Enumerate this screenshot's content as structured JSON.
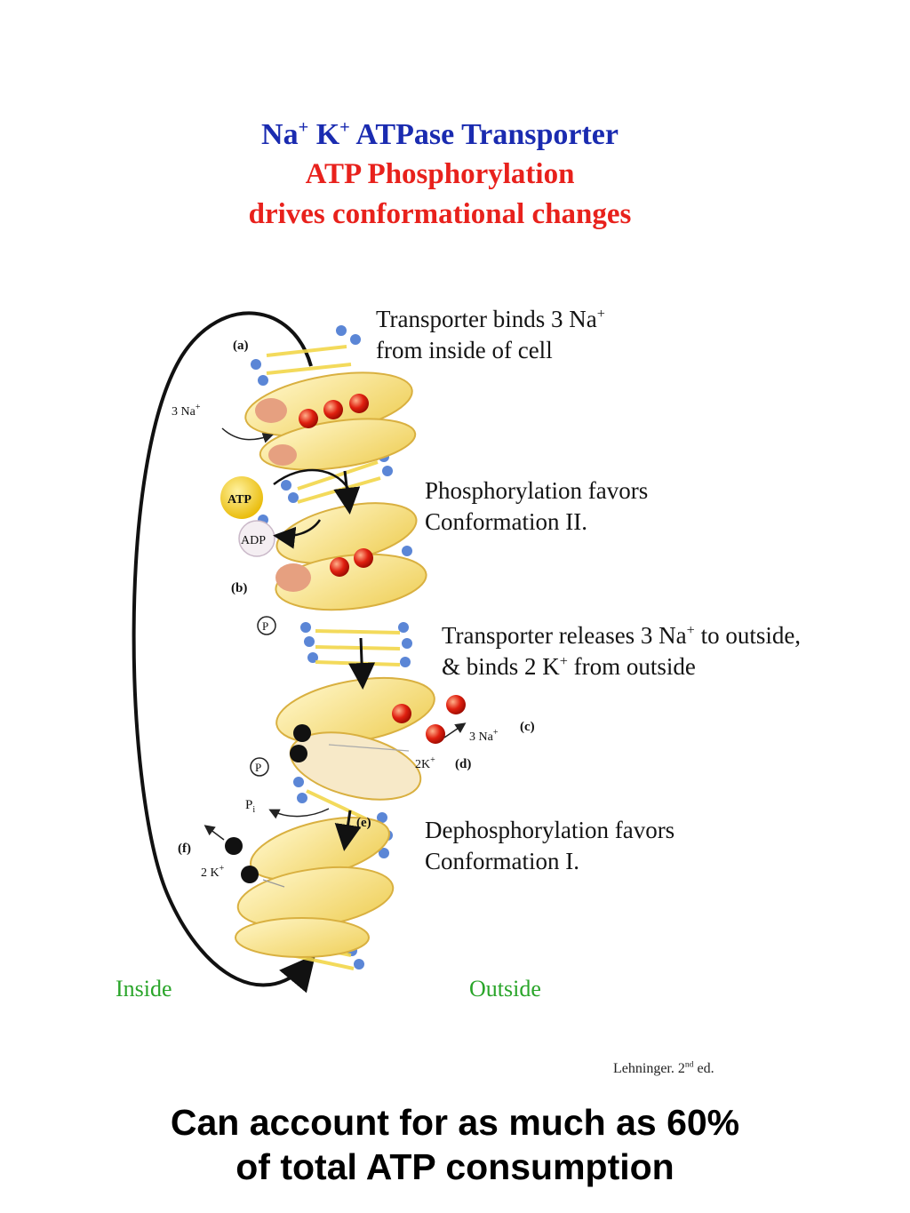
{
  "title": {
    "line1_na": "Na",
    "line1_na_sup": "+",
    "line1_k": " K",
    "line1_k_sup": "+",
    "line1_rest": " ATPase Transporter",
    "line2": "ATP Phosphorylation",
    "line3": "drives conformational changes"
  },
  "steps": {
    "s1_a": "Transporter binds 3 Na",
    "s1_a_sup": "+",
    "s1_b": "from inside of cell",
    "s2_a": "Phosphorylation favors",
    "s2_b": "Conformation II.",
    "s3_a": "Transporter releases 3 Na",
    "s3_a_sup": "+",
    "s3_a_end": " to outside,",
    "s3_b": "& binds 2 K",
    "s3_b_sup": "+",
    "s3_b_end": " from outside",
    "s4_a": "Dephosphorylation favors",
    "s4_b": "Conformation I."
  },
  "diagram_labels": {
    "a": "(a)",
    "b": "(b)",
    "c": "(c)",
    "d": "(d)",
    "e": "(e)",
    "f": "(f)",
    "na_in": "3 Na",
    "na_in_sup": "+",
    "atp": "ATP",
    "adp": "ADP",
    "p1": "P",
    "p2": "P",
    "na_out": "3 Na",
    "na_out_sup": "+",
    "k_out": "2K",
    "k_out_sup": "+",
    "pi": "P",
    "pi_sub": "i",
    "k_in": "2 K",
    "k_in_sup": "+"
  },
  "sides": {
    "inside": "Inside",
    "outside": "Outside"
  },
  "credit": {
    "text": "Lehninger. 2",
    "sup": "nd",
    "end": " ed."
  },
  "footer": {
    "line1": "Can account for as much as 60%",
    "line2": "of total ATP consumption"
  },
  "colors": {
    "title_blue": "#1a2bb0",
    "title_red": "#e8211c",
    "side_green": "#2aa52a",
    "protein_yellow": "#f3dc6a",
    "sodium_red": "#e02010",
    "potassium_black": "#111111",
    "atp_yellow": "#f2cc1a"
  }
}
